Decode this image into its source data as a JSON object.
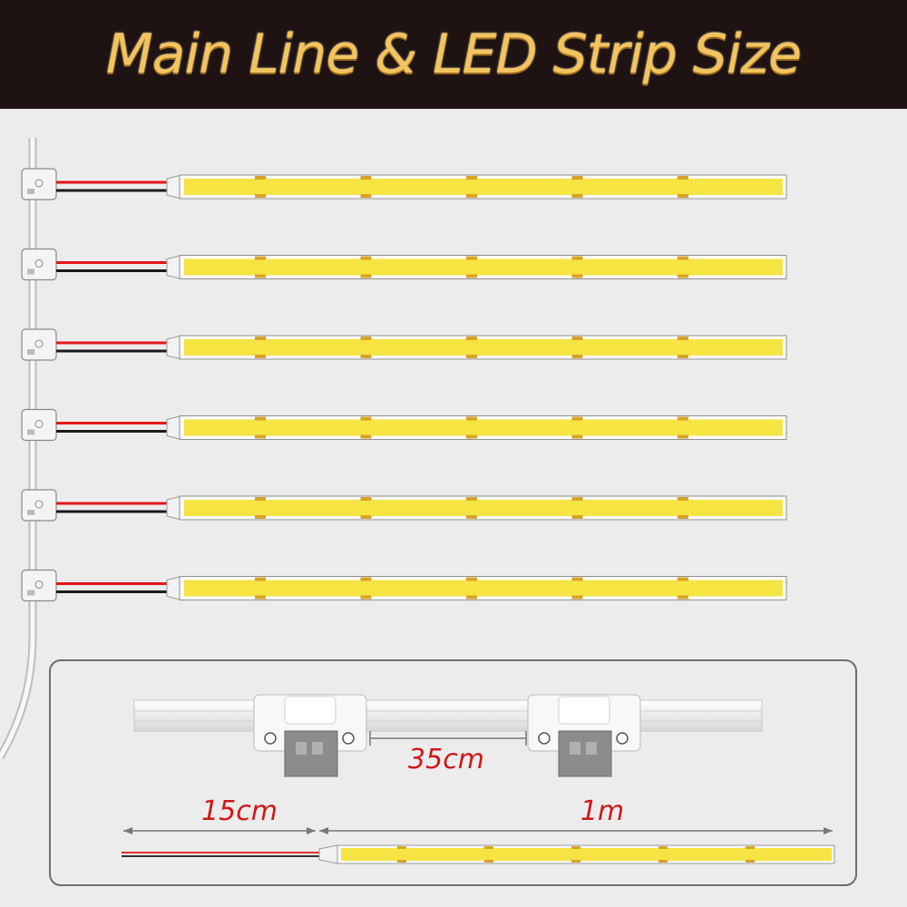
{
  "header": {
    "title": "Main Line & LED Strip Size"
  },
  "strips": {
    "count": 6,
    "segments_per_strip": 5,
    "colors": {
      "led": "#f6e442",
      "pad": "#d9a227",
      "wire_red": "#e2161b",
      "wire_black": "#1a1a1a"
    }
  },
  "detail": {
    "connector_spacing_label": "35cm",
    "lead_length_label": "15cm",
    "strip_length_label": "1m"
  },
  "colors": {
    "header_bg": "#1e1212",
    "title": "#f3c45e",
    "dimension": "#d01818"
  }
}
